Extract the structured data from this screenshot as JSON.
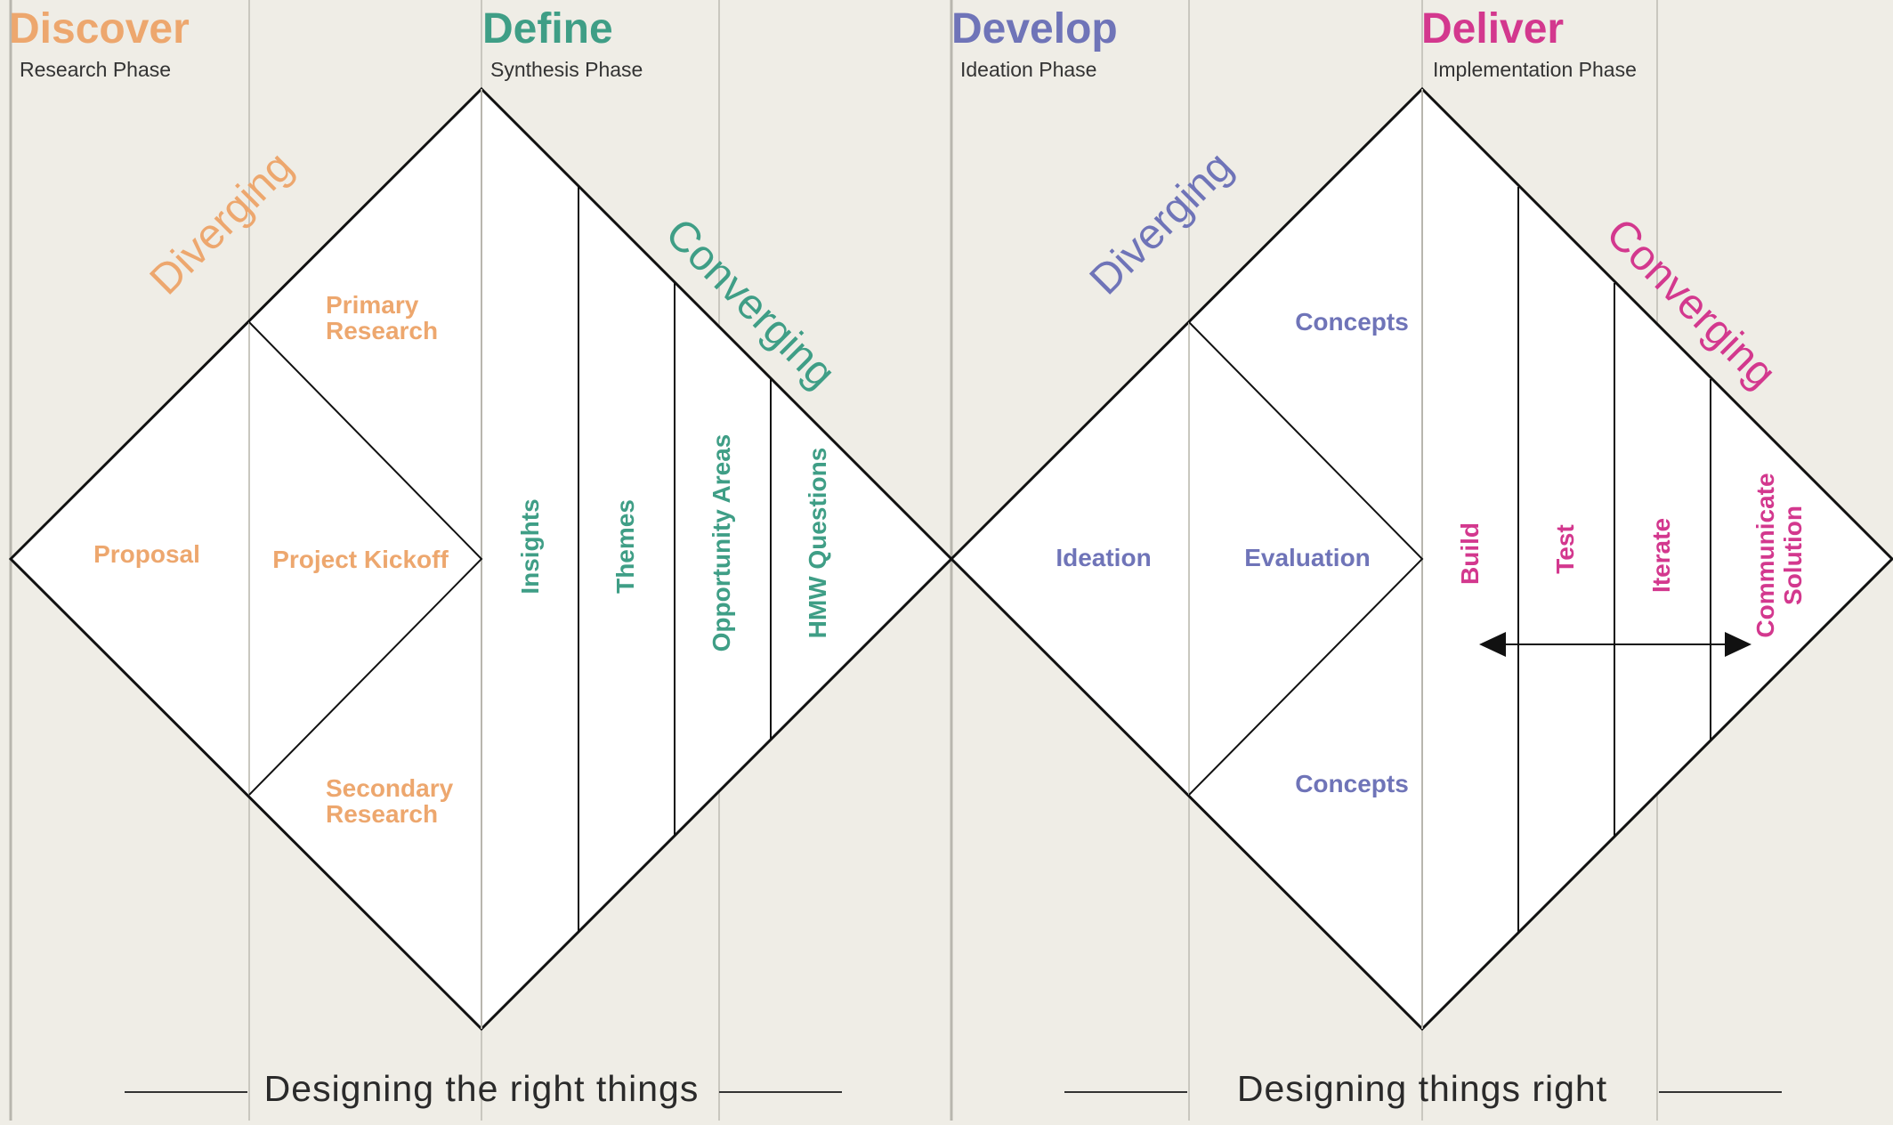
{
  "colors": {
    "background": "#efede6",
    "discover": "#eda76e",
    "define": "#3f9e86",
    "develop": "#6f74b8",
    "deliver": "#d3388e",
    "line": "#111111",
    "guide": "#c9c7bf"
  },
  "phases": [
    {
      "id": "discover",
      "title": "Discover",
      "subtitle": "Research Phase"
    },
    {
      "id": "define",
      "title": "Define",
      "subtitle": "Synthesis Phase"
    },
    {
      "id": "develop",
      "title": "Develop",
      "subtitle": "Ideation Phase"
    },
    {
      "id": "deliver",
      "title": "Deliver",
      "subtitle": "Implementation Phase"
    }
  ],
  "diamond1": {
    "diverging": "Diverging",
    "converging": "Converging",
    "left": {
      "proposal": "Proposal",
      "project_kickoff": "Project Kickoff",
      "primary_research": [
        "Primary",
        "Research"
      ],
      "secondary_research": [
        "Secondary",
        "Research"
      ]
    },
    "right": [
      "Insights",
      "Themes",
      "Opportunity Areas",
      "HMW Questions"
    ]
  },
  "diamond2": {
    "diverging": "Diverging",
    "converging": "Converging",
    "left": {
      "ideation": "Ideation",
      "evaluation": "Evaluation",
      "concepts_top": "Concepts",
      "concepts_bottom": "Concepts"
    },
    "right": [
      "Build",
      "Test",
      "Iterate",
      "Communicate",
      "Solution"
    ]
  },
  "footer": {
    "left": "Designing the right things",
    "right": "Designing things right"
  }
}
